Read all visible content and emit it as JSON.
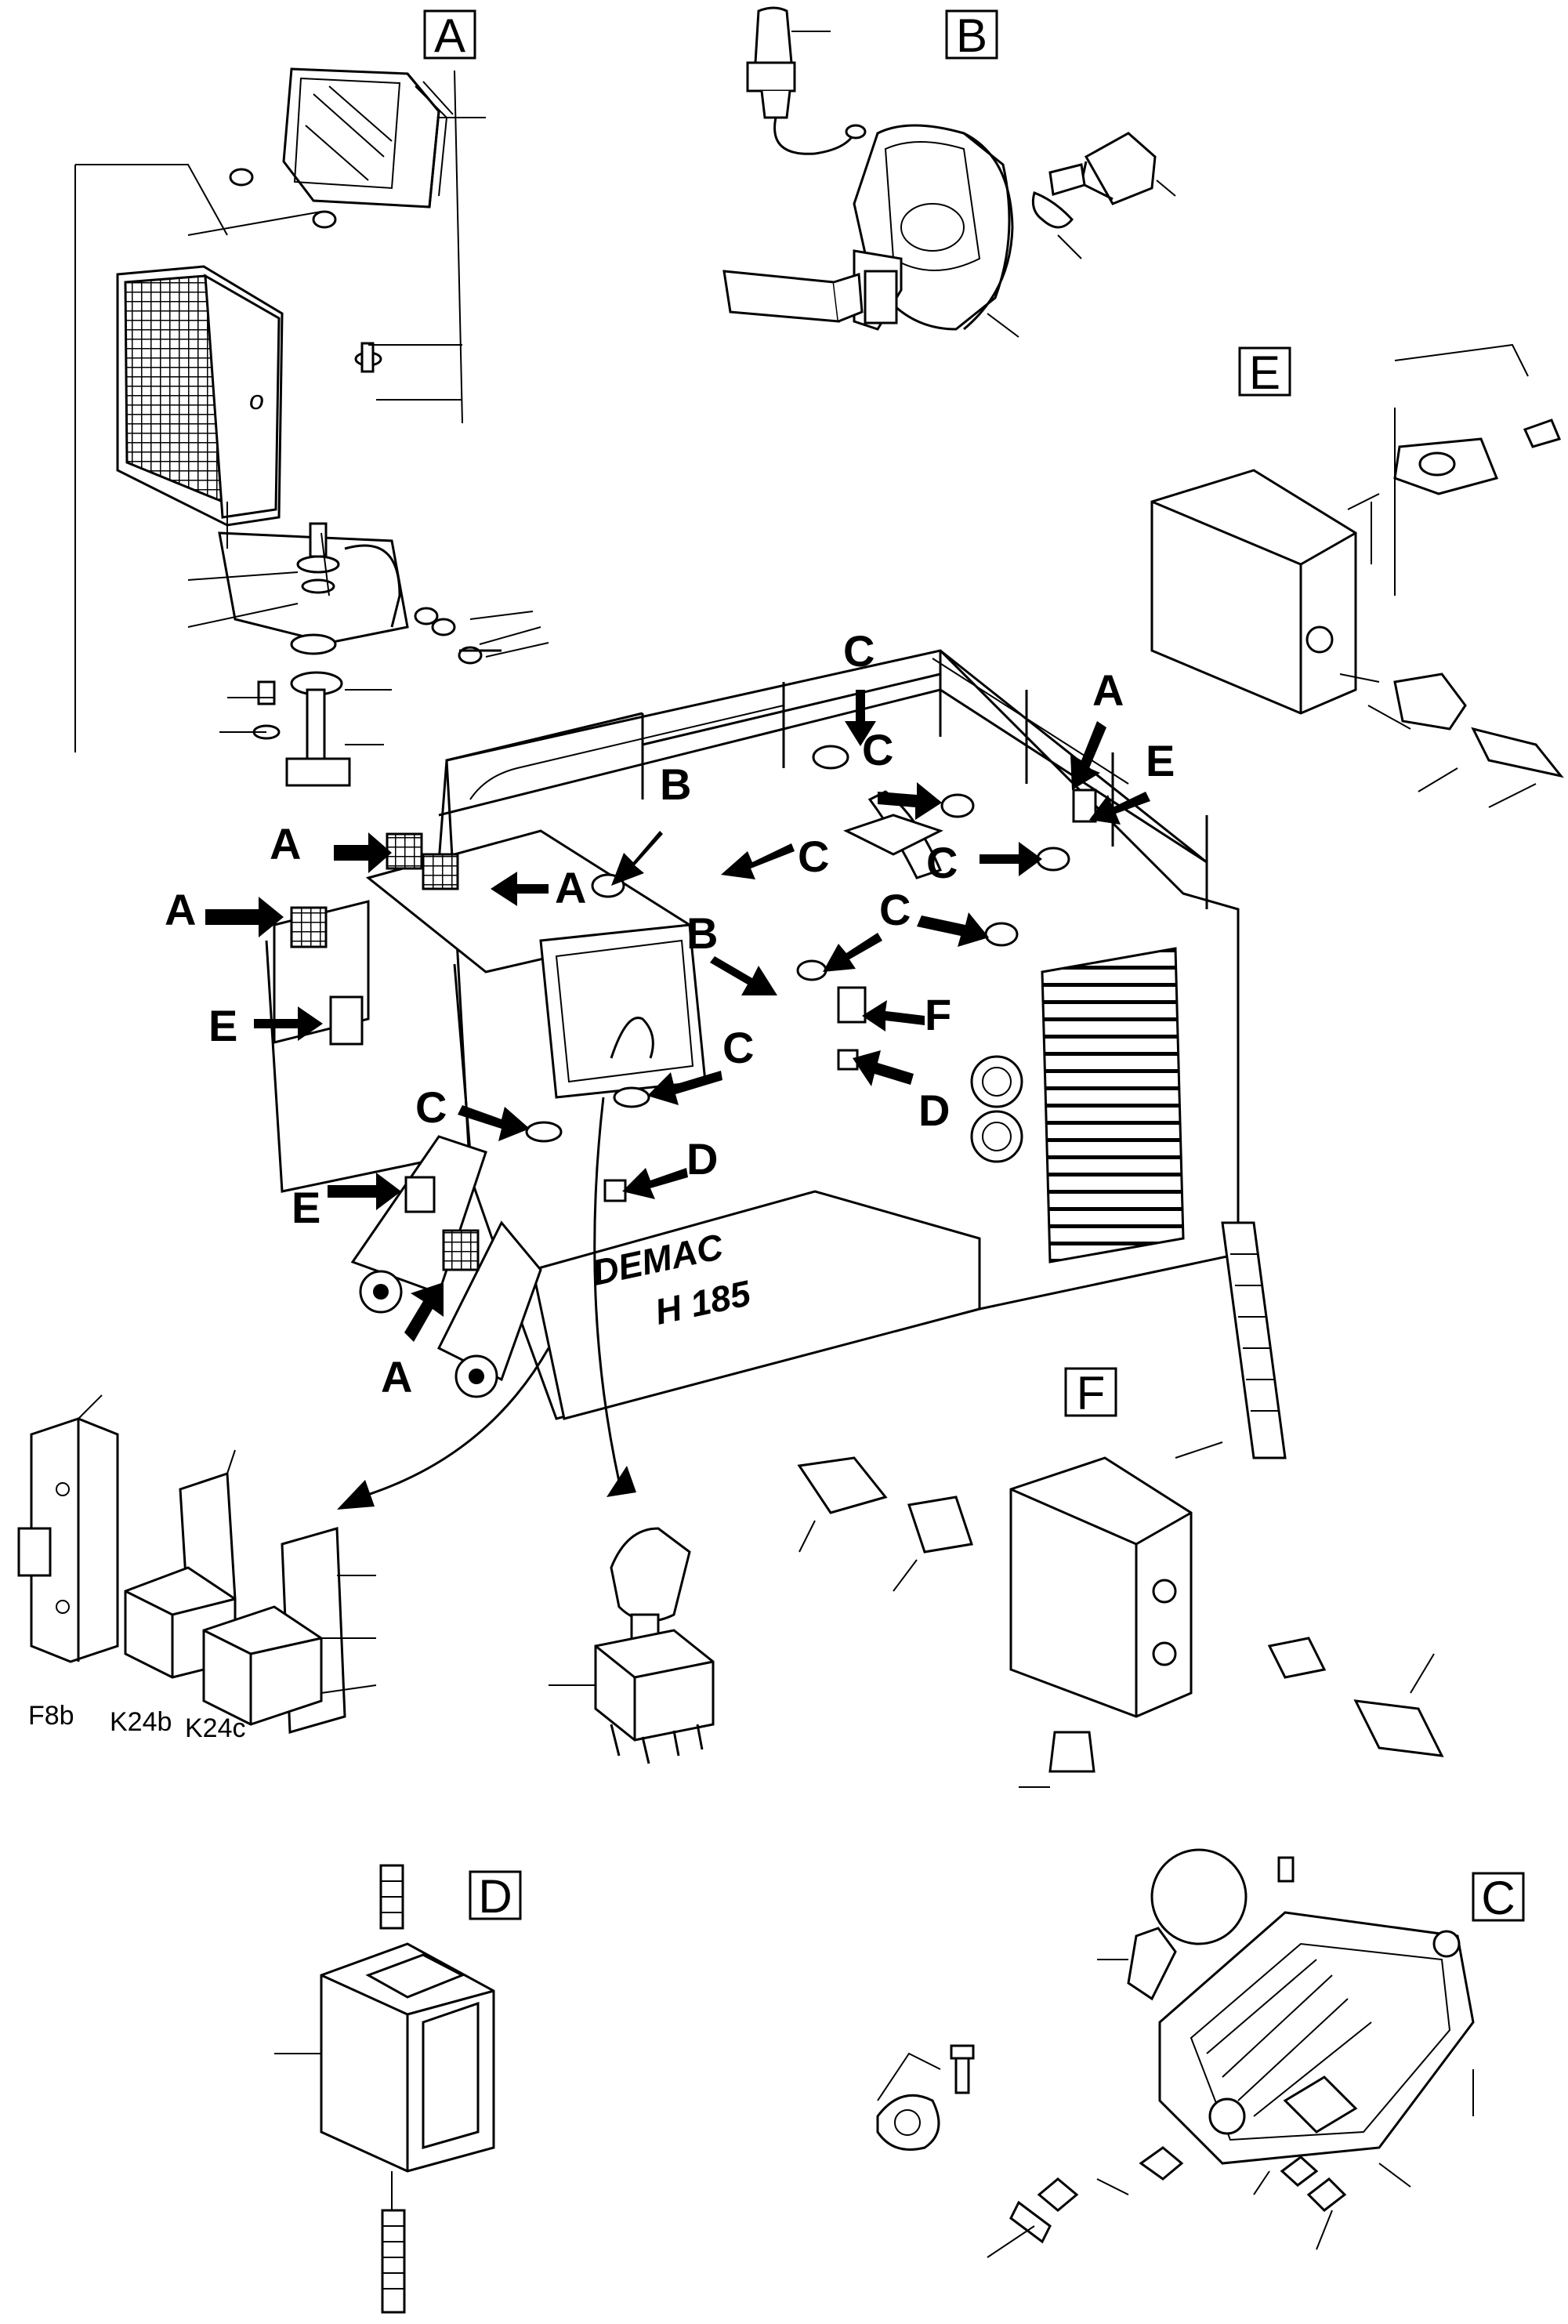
{
  "diagram": {
    "section_titles": {
      "A": "A",
      "B": "B",
      "C": "C",
      "D": "D",
      "E": "E",
      "F": "F"
    },
    "machine": {
      "brand": "DEMAC",
      "model": "H 185"
    },
    "callouts": [
      {
        "id": "c1",
        "letter": "A"
      },
      {
        "id": "c2",
        "letter": "A"
      },
      {
        "id": "c3",
        "letter": "A"
      },
      {
        "id": "c4",
        "letter": "A"
      },
      {
        "id": "c5",
        "letter": "A"
      },
      {
        "id": "c6",
        "letter": "B"
      },
      {
        "id": "c7",
        "letter": "B"
      },
      {
        "id": "c8",
        "letter": "C"
      },
      {
        "id": "c9",
        "letter": "C"
      },
      {
        "id": "c10",
        "letter": "C"
      },
      {
        "id": "c11",
        "letter": "C"
      },
      {
        "id": "c12",
        "letter": "C"
      },
      {
        "id": "c13",
        "letter": "C"
      },
      {
        "id": "c14",
        "letter": "C"
      },
      {
        "id": "c15",
        "letter": "D"
      },
      {
        "id": "c16",
        "letter": "D"
      },
      {
        "id": "c17",
        "letter": "E"
      },
      {
        "id": "c18",
        "letter": "E"
      },
      {
        "id": "c19",
        "letter": "E"
      },
      {
        "id": "c20",
        "letter": "F"
      }
    ],
    "relay_labels": [
      "F8b",
      "K24b",
      "K24c"
    ]
  }
}
